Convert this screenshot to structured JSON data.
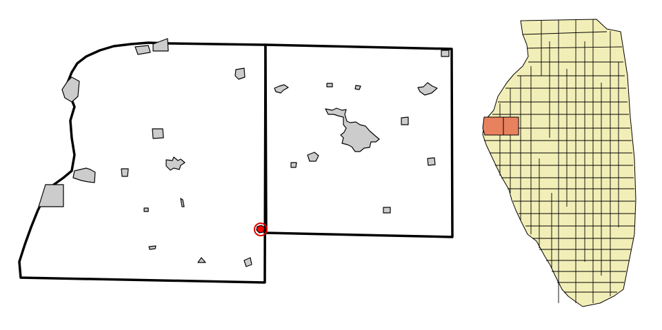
{
  "colors": {
    "county_fill": "#ffffff",
    "county_outline": "#000000",
    "place_fill": "#cccccc",
    "highlight_place": "#ff0000",
    "highlight_ring": "#e00000",
    "state_county_fill": "#f2eeb7",
    "selected_counties_fill": "#e8815e"
  },
  "map": {
    "left_county": {
      "kind": "county",
      "emphasis": "neighboring"
    },
    "right_county": {
      "kind": "county",
      "emphasis": "neighboring"
    },
    "highlighted_place": {
      "kind": "incorporated place",
      "marker": "red circle"
    },
    "state_inset": {
      "kind": "state locator",
      "highlighted_counties": 2
    }
  }
}
